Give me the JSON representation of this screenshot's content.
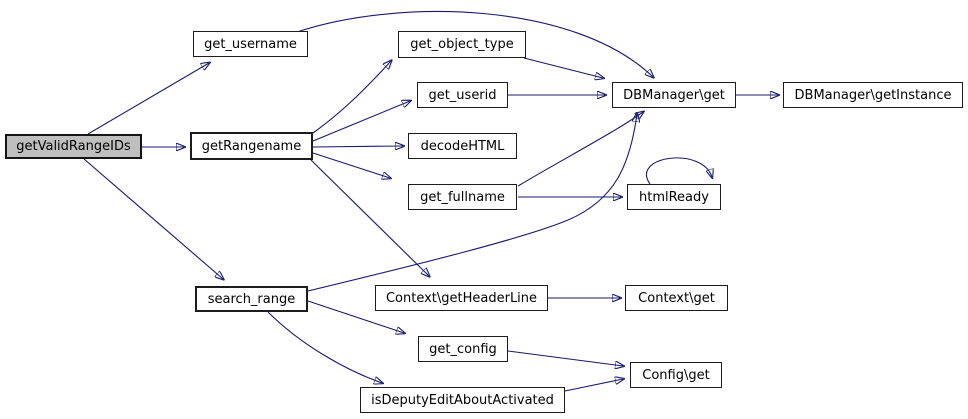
{
  "diagram": {
    "kind": "function-call-graph",
    "background_color": "#ffffff",
    "edge_color": "#191970",
    "node_fill_color": "#ffffff",
    "node_border_color": "#1c1c1c",
    "root_node_fill_color": "#bfbfbf",
    "text_color": "#000000"
  },
  "nodes": [
    {
      "id": "getValidRangeIDs",
      "label": "getValidRangeIDs",
      "role": "root"
    },
    {
      "id": "get_username",
      "label": "get_username",
      "role": "callee"
    },
    {
      "id": "getRangename",
      "label": "getRangename",
      "role": "callee"
    },
    {
      "id": "search_range",
      "label": "search_range",
      "role": "callee"
    },
    {
      "id": "get_object_type",
      "label": "get_object_type",
      "role": "callee"
    },
    {
      "id": "get_userid",
      "label": "get_userid",
      "role": "callee"
    },
    {
      "id": "decodeHTML",
      "label": "decodeHTML",
      "role": "callee"
    },
    {
      "id": "get_fullname",
      "label": "get_fullname",
      "role": "callee"
    },
    {
      "id": "DBManager_get",
      "label": "DBManager\\get",
      "role": "callee"
    },
    {
      "id": "DBManager_getInstance",
      "label": "DBManager\\getInstance",
      "role": "callee"
    },
    {
      "id": "htmlReady",
      "label": "htmlReady",
      "role": "callee"
    },
    {
      "id": "Context_getHeaderLine",
      "label": "Context\\getHeaderLine",
      "role": "callee"
    },
    {
      "id": "Context_get",
      "label": "Context\\get",
      "role": "callee"
    },
    {
      "id": "get_config",
      "label": "get_config",
      "role": "callee"
    },
    {
      "id": "Config_get",
      "label": "Config\\get",
      "role": "callee"
    },
    {
      "id": "isDeputyEditAboutActivated",
      "label": "isDeputyEditAboutActivated",
      "role": "callee"
    }
  ],
  "edges": [
    {
      "from": "getValidRangeIDs",
      "to": "get_username"
    },
    {
      "from": "getValidRangeIDs",
      "to": "getRangename"
    },
    {
      "from": "getValidRangeIDs",
      "to": "search_range"
    },
    {
      "from": "get_username",
      "to": "DBManager_get"
    },
    {
      "from": "getRangename",
      "to": "get_object_type"
    },
    {
      "from": "getRangename",
      "to": "get_userid"
    },
    {
      "from": "getRangename",
      "to": "decodeHTML"
    },
    {
      "from": "getRangename",
      "to": "get_fullname"
    },
    {
      "from": "getRangename",
      "to": "Context_getHeaderLine"
    },
    {
      "from": "get_object_type",
      "to": "DBManager_get"
    },
    {
      "from": "get_userid",
      "to": "DBManager_get"
    },
    {
      "from": "get_fullname",
      "to": "DBManager_get"
    },
    {
      "from": "get_fullname",
      "to": "htmlReady"
    },
    {
      "from": "htmlReady",
      "to": "htmlReady"
    },
    {
      "from": "DBManager_get",
      "to": "DBManager_getInstance"
    },
    {
      "from": "search_range",
      "to": "DBManager_get"
    },
    {
      "from": "search_range",
      "to": "get_config"
    },
    {
      "from": "search_range",
      "to": "isDeputyEditAboutActivated"
    },
    {
      "from": "get_config",
      "to": "Config_get"
    },
    {
      "from": "isDeputyEditAboutActivated",
      "to": "Config_get"
    },
    {
      "from": "Context_getHeaderLine",
      "to": "Context_get"
    }
  ]
}
